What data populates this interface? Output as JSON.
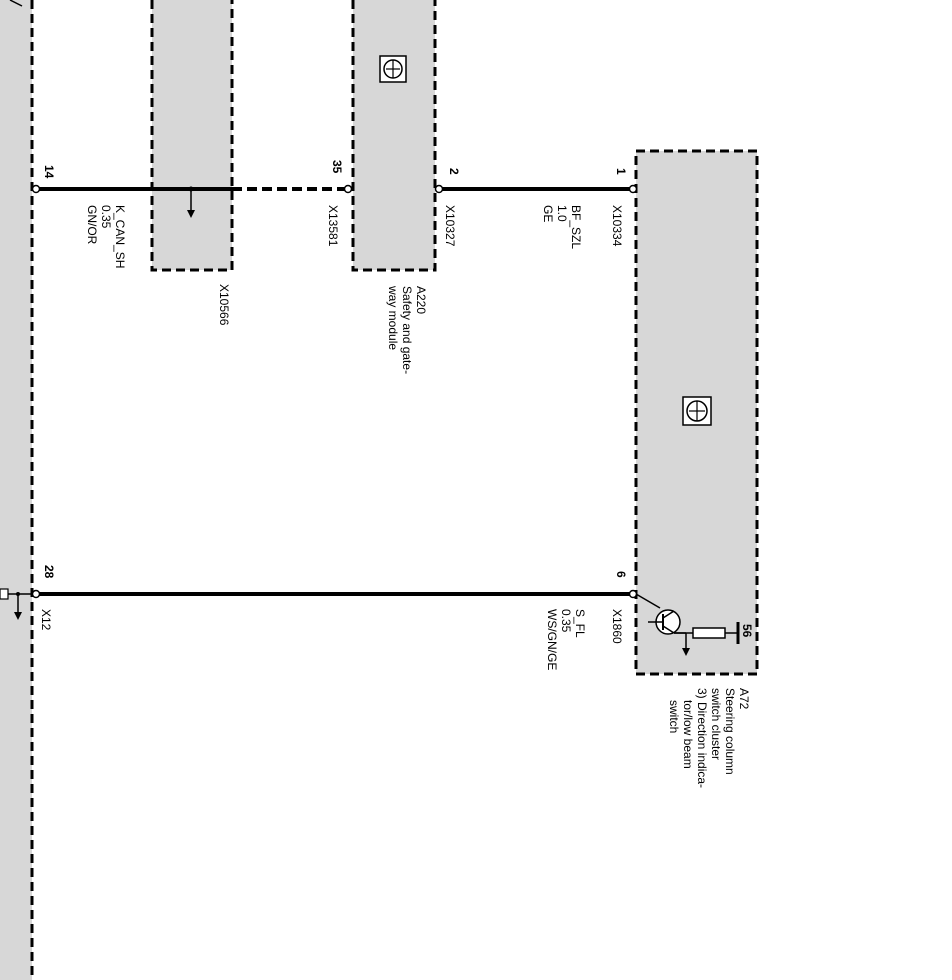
{
  "colors": {
    "module_fill": "#d7d7d7",
    "line": "#000000",
    "background": "#ffffff"
  },
  "pins": {
    "p14": "14",
    "p35": "35",
    "p2": "2",
    "p1": "1",
    "p28": "28",
    "p6": "6"
  },
  "connectors": {
    "x10566": "X10566",
    "x13581": "X13581",
    "x10327": "X10327",
    "x10334": "X10334",
    "x12": "X12",
    "x1860": "X1860"
  },
  "wires": {
    "can": {
      "name": "K_CAN_SH",
      "gauge": "0.35",
      "color": "GN/OR"
    },
    "bf": {
      "name": "BF_SZL",
      "gauge": "1.0",
      "color": "GE"
    },
    "sfl": {
      "name": "S_FL",
      "gauge": "0.35",
      "color": "WS/GN/GE"
    }
  },
  "modules": {
    "a220": {
      "id": "A220",
      "desc1": "Safety and gate-",
      "desc2": "way module"
    },
    "a72": {
      "id": "A72",
      "desc1": "Steering column",
      "desc2": "switch cluster",
      "desc3": "3) Direction indica-",
      "desc4": "tor/low beam",
      "desc5": "switch",
      "terminal": "56"
    }
  },
  "icons": [
    "module-symbol-icon",
    "ground-arrow-icon",
    "transistor-icon",
    "resistor-icon"
  ]
}
